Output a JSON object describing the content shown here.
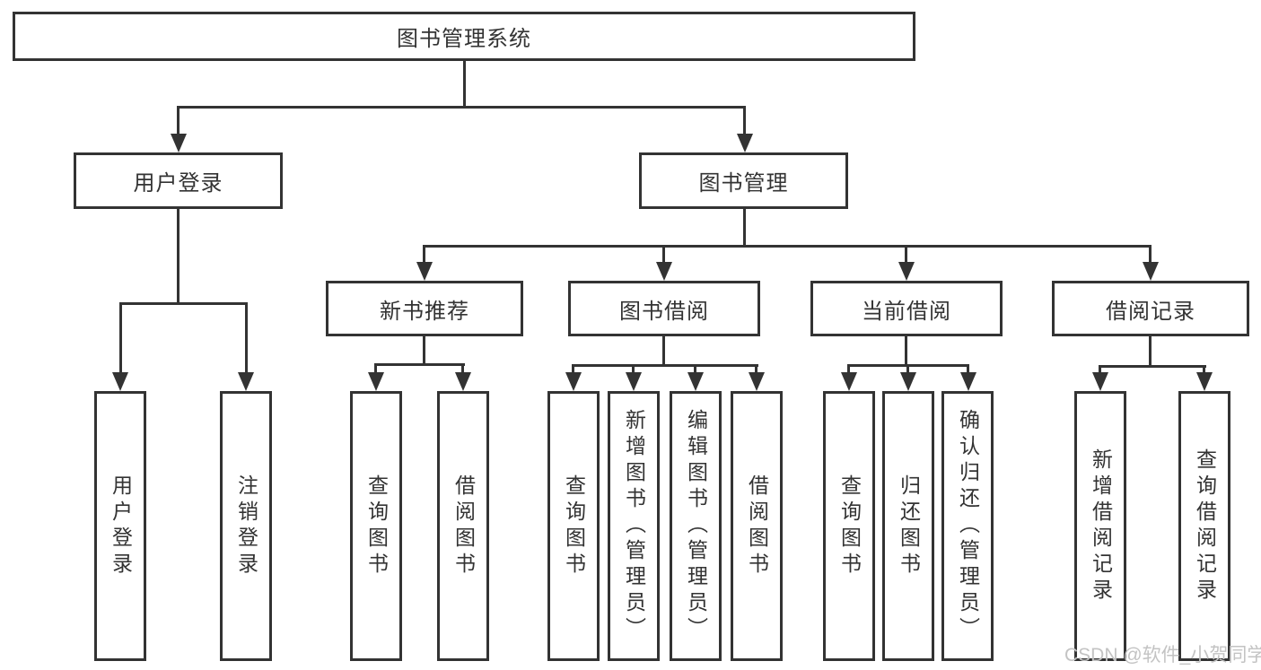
{
  "page": {
    "watermark": "CSDN @软件_小贺同学",
    "colors": {
      "background": "#ffffff",
      "line": "#333333",
      "text": "#333333",
      "watermark": "#c3c3c3"
    }
  },
  "tree": {
    "root": {
      "label": "图书管理系统"
    },
    "branches": [
      {
        "label": "用户登录",
        "children": [
          {
            "label": "用户登录"
          },
          {
            "label": "注销登录"
          }
        ]
      },
      {
        "label": "图书管理",
        "sections": [
          {
            "label": "新书推荐",
            "children": [
              {
                "label": "查询图书"
              },
              {
                "label": "借阅图书"
              }
            ]
          },
          {
            "label": "图书借阅",
            "children": [
              {
                "label": "查询图书"
              },
              {
                "label": "新增图书（管理员）"
              },
              {
                "label": "编辑图书（管理员）"
              },
              {
                "label": "借阅图书"
              }
            ]
          },
          {
            "label": "当前借阅",
            "children": [
              {
                "label": "查询图书"
              },
              {
                "label": "归还图书"
              },
              {
                "label": "确认归还（管理员）"
              }
            ]
          },
          {
            "label": "借阅记录",
            "children": [
              {
                "label": "新增借阅记录"
              },
              {
                "label": "查询借阅记录"
              }
            ]
          }
        ]
      }
    ]
  }
}
